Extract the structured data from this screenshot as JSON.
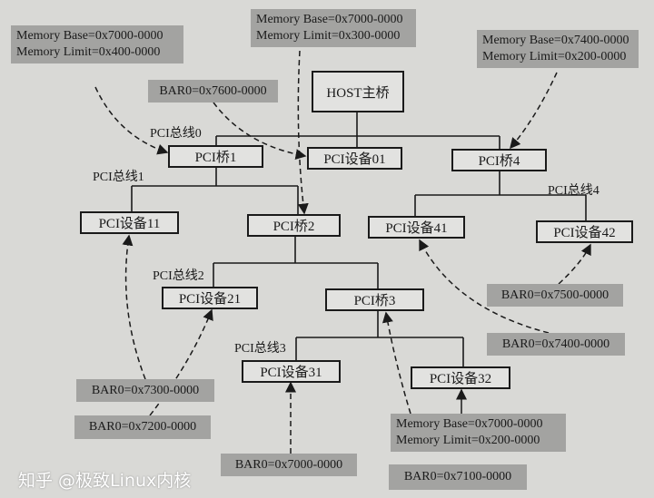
{
  "nodes": {
    "host": "HOST主桥",
    "bridge1": "PCI桥1",
    "dev01": "PCI设备01",
    "bridge4": "PCI桥4",
    "dev11": "PCI设备11",
    "bridge2": "PCI桥2",
    "dev41": "PCI设备41",
    "dev42": "PCI设备42",
    "dev21": "PCI设备21",
    "bridge3": "PCI桥3",
    "dev31": "PCI设备31",
    "dev32": "PCI设备32"
  },
  "buses": {
    "bus0": "PCI总线0",
    "bus1": "PCI总线1",
    "bus2": "PCI总线2",
    "bus3": "PCI总线3",
    "bus4": "PCI总线4"
  },
  "annotations": {
    "bridge1_base": "Memory Base=0x7000-0000",
    "bridge1_limit": "Memory Limit=0x400-0000",
    "bridge2_base": "Memory Base=0x7000-0000",
    "bridge2_limit": "Memory Limit=0x300-0000",
    "bridge4_base": "Memory Base=0x7400-0000",
    "bridge4_limit": "Memory Limit=0x200-0000",
    "bridge3_base": "Memory Base=0x7000-0000",
    "bridge3_limit": "Memory Limit=0x200-0000",
    "dev01_bar": "BAR0=0x7600-0000",
    "dev42_bar": "BAR0=0x7500-0000",
    "dev41_bar": "BAR0=0x7400-0000",
    "dev11_bar": "BAR0=0x7300-0000",
    "dev21_bar": "BAR0=0x7200-0000",
    "dev31_bar": "BAR0=0x7000-0000",
    "dev32_bar": "BAR0=0x7100-0000"
  },
  "watermark": "知乎 @极致Linux内核"
}
